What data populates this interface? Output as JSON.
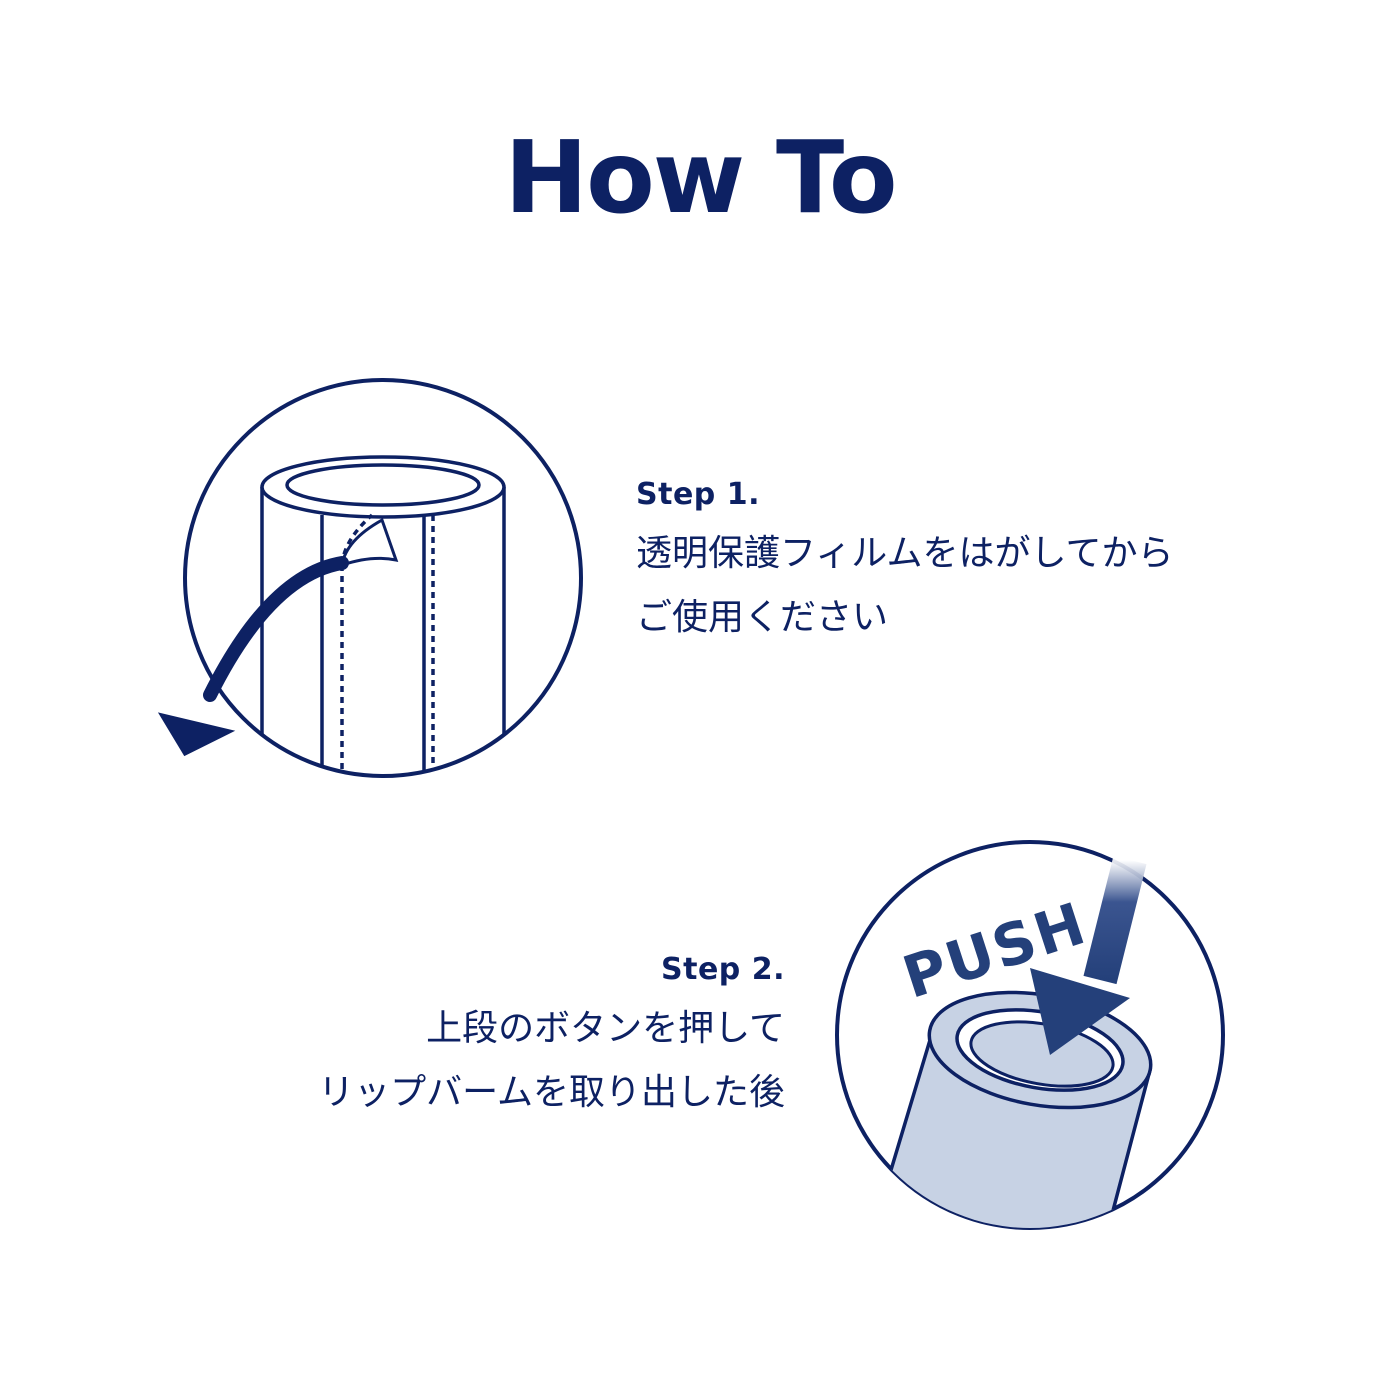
{
  "title": "How To",
  "colors": {
    "navy": "#0d2163",
    "arrow_blue": "#24407a",
    "light_blue": "#c7d2e4"
  },
  "steps": [
    {
      "label": "Step 1.",
      "lines": [
        "透明保護フィルムをはがしてから",
        "ご使用ください"
      ],
      "illustration_icon": "peel-film-icon"
    },
    {
      "label": "Step 2.",
      "lines": [
        "上段のボタンを押して",
        "リップバームを取り出した後"
      ],
      "illustration_icon": "push-button-icon",
      "illustration_text": "PUSH"
    }
  ]
}
